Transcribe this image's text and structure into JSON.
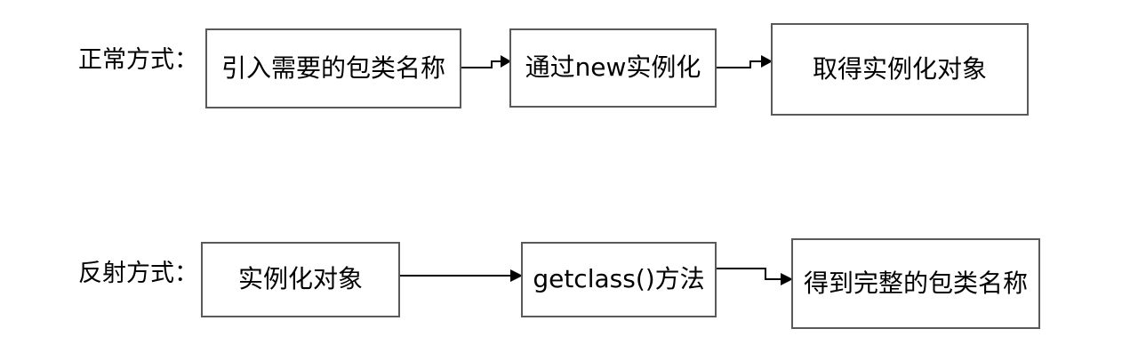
{
  "diagram": {
    "type": "flowchart",
    "title": "",
    "background_color": "#ffffff",
    "box_border_color": "#595959",
    "arrow_color": "#000000",
    "text_color": "#000000",
    "rows": [
      {
        "label": "正常方式：",
        "nodes": [
          {
            "text": "引入需要的包类名称"
          },
          {
            "text": "通过new实例化"
          },
          {
            "text": "取得实例化对象"
          }
        ]
      },
      {
        "label": "反射方式：",
        "nodes": [
          {
            "text": "实例化对象"
          },
          {
            "text": "getclass()方法"
          },
          {
            "text": "得到完整的包类名称"
          }
        ]
      }
    ]
  }
}
